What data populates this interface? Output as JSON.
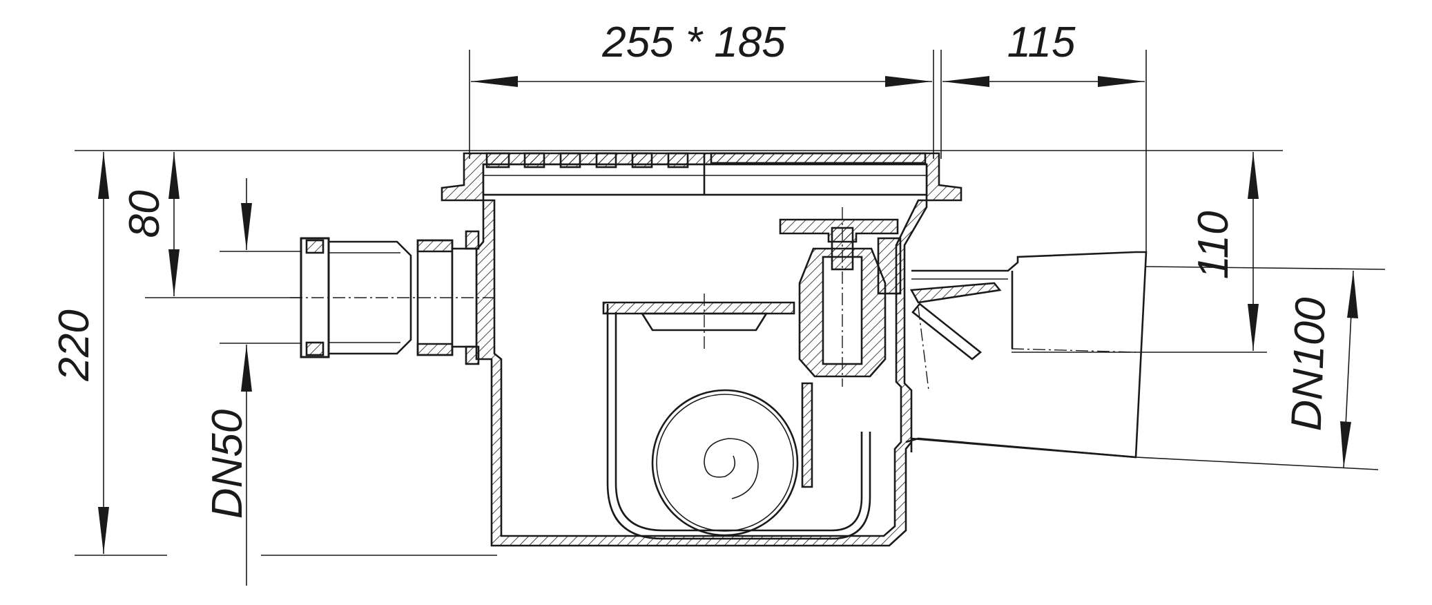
{
  "dimensions": {
    "grate_size": "255 * 185",
    "outlet_offset": "115",
    "inlet_height": "80",
    "total_height": "220",
    "outlet_height": "110",
    "inlet_diameter": "DN50",
    "outlet_diameter": "DN100"
  },
  "colors": {
    "line": "#1a1a1a",
    "background": "#ffffff"
  }
}
